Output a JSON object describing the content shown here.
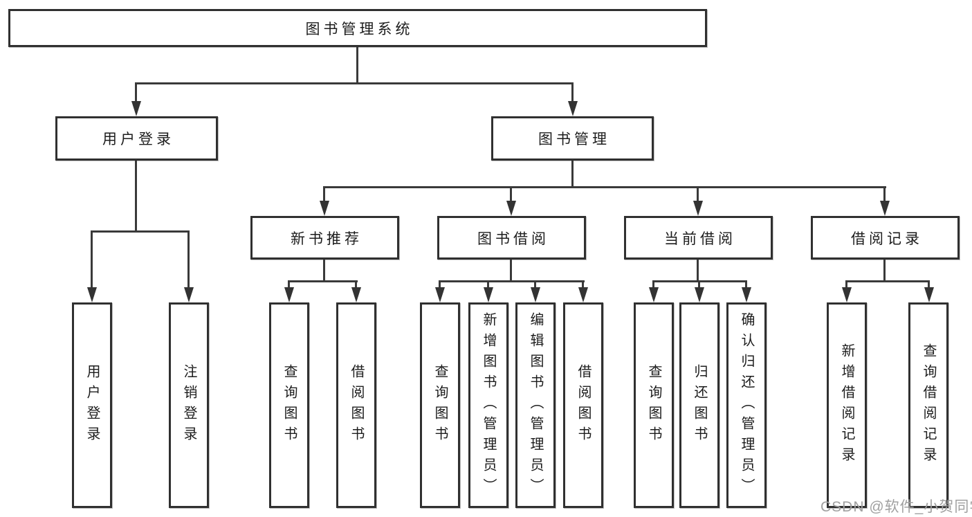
{
  "tree": {
    "root": {
      "label": "图书管理系统"
    },
    "branches": [
      {
        "label": "用户登录",
        "children": [
          "用户登录",
          "注销登录"
        ]
      },
      {
        "label": "图书管理",
        "children": [
          {
            "label": "新书推荐",
            "children": [
              "查询图书",
              "借阅图书"
            ]
          },
          {
            "label": "图书借阅",
            "children": [
              "查询图书",
              "新增图书（管理员）",
              "编辑图书（管理员）",
              "借阅图书"
            ]
          },
          {
            "label": "当前借阅",
            "children": [
              "查询图书",
              "归还图书",
              "确认归还（管理员）"
            ]
          },
          {
            "label": "借阅记录",
            "children": [
              "新增借阅记录",
              "查询借阅记录"
            ]
          }
        ]
      }
    ]
  },
  "watermark": {
    "text": "CSDN @软件_小贺同学"
  },
  "colors": {
    "line": "#3a3a3a",
    "box_border": "#303030",
    "text": "#1c1c1c",
    "watermark": "#a0a0a0",
    "background": "#ffffff"
  }
}
